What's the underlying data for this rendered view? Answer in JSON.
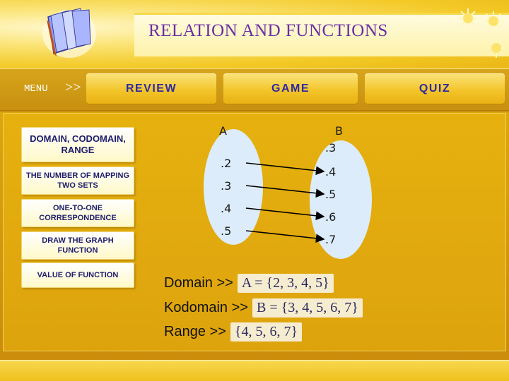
{
  "header": {
    "title": "RELATION AND FUNCTIONS"
  },
  "nav": {
    "menu_label": "MENU",
    "menu_arrow": ">>",
    "review": "REVIEW",
    "game": "GAME",
    "quiz": "QUIZ"
  },
  "sidebar": {
    "items": [
      {
        "label": "DOMAIN, CODOMAIN, RANGE"
      },
      {
        "label": "THE NUMBER OF MAPPING TWO SETS"
      },
      {
        "label": "ONE-TO-ONE CORRESPONDENCE"
      },
      {
        "label": "DRAW THE GRAPH FUNCTION"
      },
      {
        "label": "VALUE OF FUNCTION"
      }
    ]
  },
  "diagram": {
    "set_a_label": "A",
    "set_b_label": "B",
    "set_a": [
      ".2",
      ".3",
      ".4",
      ".5"
    ],
    "set_b": [
      ".3",
      ".4",
      ".5",
      ".6",
      ".7"
    ],
    "mappings": [
      [
        0,
        1
      ],
      [
        1,
        2
      ],
      [
        2,
        3
      ],
      [
        3,
        4
      ]
    ]
  },
  "sets": {
    "domain_label": "Domain >>",
    "domain_value": "A = {2, 3, 4, 5}",
    "codomain_label": "Kodomain >>",
    "codomain_value": "B = {3, 4, 5, 6, 7}",
    "range_label": "Range >>",
    "range_value": "{4, 5, 6, 7}"
  },
  "colors": {
    "title": "#6b2fa6",
    "nav_text": "#2f2aa3",
    "set_fill": "#dcecfa"
  }
}
